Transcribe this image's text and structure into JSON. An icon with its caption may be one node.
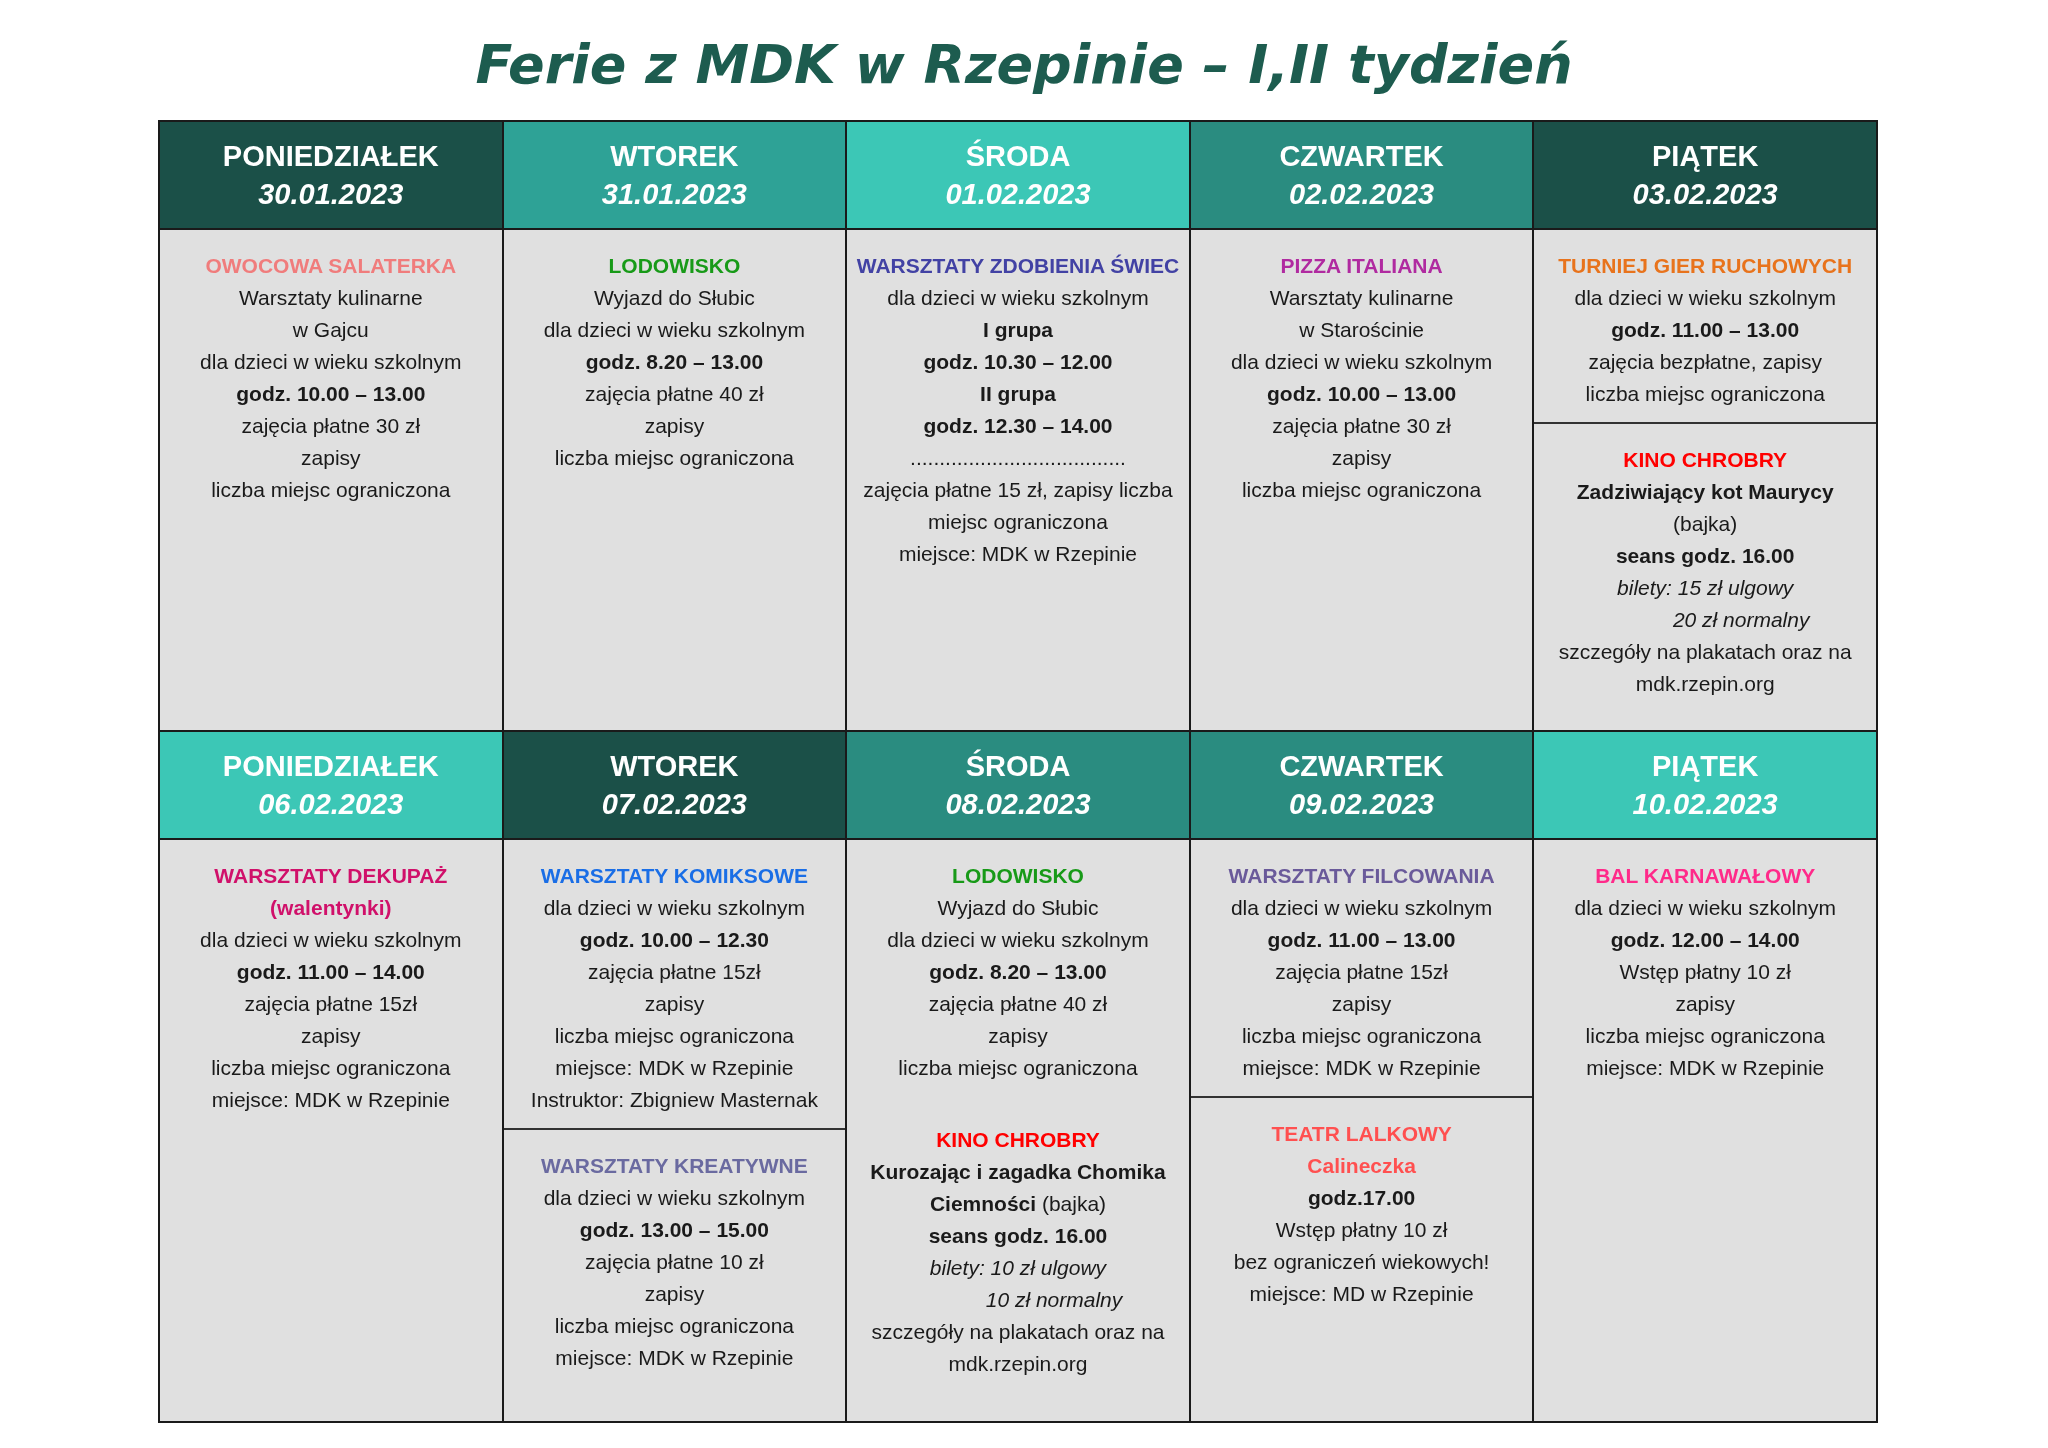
{
  "diagram": {
    "title": "Ferie z MDK w Rzepinie – I,II tydzień",
    "nodes": [
      {
        "text": [
          "PONIEDZIAŁEK",
          "30.01.2023"
        ]
      },
      {
        "text": [
          "WTOREK",
          "31.01.2023"
        ]
      },
      {
        "text": [
          "ŚRODA",
          "01.02.2023"
        ]
      },
      {
        "text": [
          "CZWARTEK",
          "02.02.2023"
        ]
      },
      {
        "text": [
          "PIĄTEK",
          "03.02.2023"
        ]
      },
      {
        "text": [
          "OWOCOWA SALATERKA",
          "Warsztaty kulinarne",
          "w Gajcu",
          "dla dzieci w wieku szkolnym",
          "godz. 10.00 – 13.00",
          "zajęcia płatne 30 zł",
          "zapisy",
          "liczba miejsc ograniczona"
        ]
      },
      {
        "text": [
          "LODOWISKO",
          "Wyjazd do Słubic",
          "dla dzieci w wieku szkolnym",
          "godz. 8.20 – 13.00",
          "zajęcia płatne 40 zł",
          "zapisy",
          "liczba miejsc ograniczona"
        ]
      },
      {
        "text": [
          "WARSZTATY ZDOBIENIA ŚWIEC",
          "dla dzieci w wieku szkolnym",
          "I grupa",
          "godz. 10.30 – 12.00",
          "II grupa",
          "godz. 12.30 – 14.00",
          ".....................................",
          "zajęcia płatne 15 zł, zapisy liczba miejsc ograniczona",
          "miejsce: MDK w Rzepinie"
        ]
      },
      {
        "text": [
          "PIZZA ITALIANA",
          "Warsztaty kulinarne",
          "w Starościnie",
          "dla dzieci w wieku szkolnym",
          "godz. 10.00 – 13.00",
          "zajęcia płatne 30 zł",
          "zapisy",
          "liczba miejsc ograniczona"
        ]
      },
      {
        "text": [
          "TURNIEJ GIER RUCHOWYCH",
          "dla dzieci w wieku szkolnym",
          "godz. 11.00 – 13.00",
          "zajęcia bezpłatne, zapisy",
          "liczba miejsc ograniczona"
        ]
      },
      {
        "text": [
          "KINO CHROBRY",
          "Zadziwiający kot Maurycy",
          "(bajka)",
          "seans godz. 16.00",
          "bilety: 15 zł ulgowy",
          "20 zł normalny",
          "szczegóły na plakatach oraz na mdk.rzepin.org"
        ]
      },
      {
        "text": [
          "PONIEDZIAŁEK",
          "06.02.2023"
        ]
      },
      {
        "text": [
          "WTOREK",
          "07.02.2023"
        ]
      },
      {
        "text": [
          "ŚRODA",
          "08.02.2023"
        ]
      },
      {
        "text": [
          "CZWARTEK",
          "09.02.2023"
        ]
      },
      {
        "text": [
          "PIĄTEK",
          "10.02.2023"
        ]
      },
      {
        "text": [
          "WARSZTATY DEKUPAŻ",
          "(walentynki)",
          "dla dzieci w wieku szkolnym",
          "godz. 11.00 – 14.00",
          "zajęcia płatne 15zł",
          "zapisy",
          "liczba miejsc ograniczona",
          "miejsce: MDK w Rzepinie"
        ]
      },
      {
        "text": [
          "WARSZTATY KOMIKSOWE",
          "dla dzieci w wieku szkolnym",
          "godz. 10.00 – 12.30",
          "zajęcia płatne 15zł",
          "zapisy",
          "liczba miejsc ograniczona",
          "miejsce: MDK w Rzepinie",
          "Instruktor: Zbigniew Masternak"
        ]
      },
      {
        "text": [
          "WARSZTATY KREATYWNE",
          "dla dzieci w wieku szkolnym",
          "godz. 13.00 – 15.00",
          "zajęcia płatne 10 zł",
          "zapisy",
          "liczba miejsc ograniczona",
          "miejsce: MDK w Rzepinie"
        ]
      },
      {
        "text": [
          "LODOWISKO",
          "Wyjazd do Słubic",
          "dla dzieci w wieku szkolnym",
          "godz. 8.20 – 13.00",
          "zajęcia płatne 40 zł",
          "zapisy",
          "liczba miejsc ograniczona",
          "KINO CHROBRY",
          "**Kurozając i zagadka Chomika Ciemności** (bajka)",
          "seans godz. 16.00",
          "bilety: 10 zł ulgowy",
          "10 zł normalny",
          "szczegóły na plakatach oraz na mdk.rzepin.org"
        ]
      },
      {
        "text": [
          "WARSZTATY FILCOWANIA",
          "dla dzieci w wieku szkolnym",
          "godz. 11.00 – 13.00",
          "zajęcia płatne 15zł",
          "zapisy",
          "liczba miejsc ograniczona",
          "miejsce: MDK w Rzepinie"
        ]
      },
      {
        "text": [
          "TEATR LALKOWY",
          "Calineczka",
          "godz.17.00",
          "Wstęp płatny 10 zł",
          "bez ograniczeń wiekowych!",
          "miejsce: MD w Rzepinie"
        ]
      },
      {
        "text": [
          "BAL KARNAWAŁOWY",
          "dla dzieci w wieku szkolnym",
          "godz. 12.00 – 14.00",
          "Wstęp płatny 10 zł",
          "zapisy",
          "liczba miejsc ograniczona",
          "miejsce: MDK w Rzepinie"
        ]
      }
    ]
  }
}
